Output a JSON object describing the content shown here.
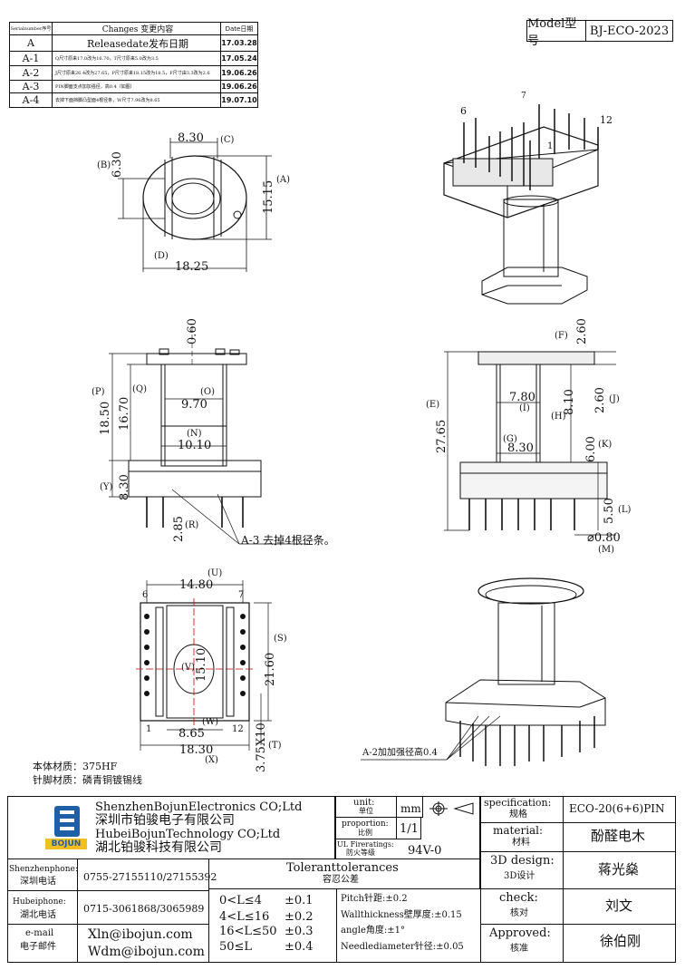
{
  "revision_table": {
    "headers": {
      "serial": "Serialnumber序号",
      "changes": "Changes 变更内容",
      "date": "Date日期"
    },
    "rows": [
      {
        "serial": "A",
        "change": "Releasedate发布日期",
        "date": "17.03.28"
      },
      {
        "serial": "A-1",
        "change": "Q尺寸原来17.0改为16.70，T尺寸原来5.0改为3.5",
        "date": "17.05.24"
      },
      {
        "serial": "A-2",
        "change": "J尺寸原来26.4改为27.65，P尺寸原来18.15改为18.5，F尺寸由3.3改为2.6",
        "date": "19.06.26"
      },
      {
        "serial": "A-3",
        "change": "PIN脚面支点加加强径，高0.4（如图）",
        "date": "19.06.26"
      },
      {
        "serial": "A-4",
        "change": "去掉下面挡脚凸型面4根径条，W尺寸7.96改为8.65",
        "date": "19.07.10"
      }
    ]
  },
  "model": {
    "label": "Model型号",
    "value": "BJ-ECO-2023"
  },
  "pin_numbers": {
    "p6": "6",
    "p7": "7",
    "p12": "12",
    "p1": "1"
  },
  "top_view": {
    "c_dim": "8.30",
    "c_label": "(C)",
    "b_dim": "6.30",
    "b_label": "(B)",
    "a_dim": "15.15",
    "a_label": "(A)",
    "d_dim": "18.25",
    "d_label": "(D)"
  },
  "front_view": {
    "dims": {
      "top": "0.60",
      "p": "18.50",
      "q": "16.70",
      "o": "9.70",
      "n": "10.10",
      "y": "8.30",
      "r": "2.85"
    },
    "labels": {
      "p": "(P)",
      "q": "(Q)",
      "o": "(O)",
      "n": "(N)",
      "y": "(Y)",
      "r": "(R)"
    },
    "note": "A-3  去掉4根径条。"
  },
  "side_view": {
    "dims": {
      "f": "2.60",
      "e": "27.65",
      "i": "7.80",
      "h": "8.10",
      "j": "2.60",
      "g": "8.30",
      "k": "6.00",
      "l": "5.50",
      "m": "⌀0.80"
    },
    "labels": {
      "f": "(F)",
      "e": "(E)",
      "i": "(I)",
      "h": "(H)",
      "j": "(J)",
      "g": "(G)",
      "k": "(K)",
      "l": "(L)",
      "m": "(M)"
    }
  },
  "bottom_view": {
    "dims": {
      "u": "14.80",
      "v": "15.10",
      "s": "21.60",
      "w": "8.65",
      "x": "18.30",
      "t": "3.75X10"
    },
    "labels": {
      "u": "(U)",
      "v": "(V)",
      "s": "(S)",
      "w": "(W)",
      "x": "(X)",
      "t": "(T)"
    },
    "pins": {
      "tl": "6",
      "tr": "7",
      "bl": "1",
      "br": "12"
    }
  },
  "iso_note": "A-2加加强径高0.4",
  "materials": {
    "body": "本体材质：375HF",
    "pin": "针脚材质：磷青铜镀锡线"
  },
  "title_block": {
    "company_en1": "ShenzhenBojunElectronics CO;Ltd",
    "company_cn1": "深圳市铂骏电子有限公司",
    "company_en2": "HubeiBojunTechnology CO;Ltd",
    "company_cn2": "湖北铂骏科技有限公司",
    "logo_text": "BOJUN",
    "unit_label": "unit:",
    "unit_cn": "单位",
    "unit_value": "mm",
    "proportion_label": "proportion:",
    "proportion_cn": "比例",
    "proportion_value": "1/1",
    "fire_label": "UL Fireratings:",
    "fire_cn": "防火等级",
    "fire_value": "94V-0",
    "spec_label": "specification:",
    "spec_cn": "规格",
    "spec_value": "ECO-20(6+6)PIN",
    "material_label": "material:",
    "material_cn": "材料",
    "material_value": "酚醛电木",
    "design_label": "3D design:",
    "design_cn": "3D设计",
    "design_value": "蒋光燊",
    "check_label": "check:",
    "check_cn": "核对",
    "check_value": "刘文",
    "approved_label": "Approved:",
    "approved_cn": "核准",
    "approved_value": "徐伯刚",
    "sz_phone_label": "Shenzhenphone:",
    "sz_phone_cn": "深圳电话",
    "sz_phone": "0755-27155110/27155392",
    "hb_phone_label": "Hubeiphone:",
    "hb_phone_cn": "湖北电话",
    "hb_phone": "0715-3061868/3065989",
    "email_label": "e-mail",
    "email_cn": "电子邮件",
    "email1": "Xln@ibojun.com",
    "email2": "Wdm@ibojun.com",
    "tol_title": "Toleranttolerances",
    "tol_cn": "容忍公差",
    "tol_rows": [
      {
        "range": "0<L≤4",
        "tol": "±0.1",
        "note": "Pitch针距:±0.2"
      },
      {
        "range": "4<L≤16",
        "tol": "±0.2",
        "note": "Wallthickness壁厚度:±0.15"
      },
      {
        "range": "16<L≤50",
        "tol": "±0.3",
        "note": "angle角度:±1°"
      },
      {
        "range": "50≤L",
        "tol": "±0.4",
        "note": "Needlediameter针径:±0.05"
      }
    ]
  }
}
